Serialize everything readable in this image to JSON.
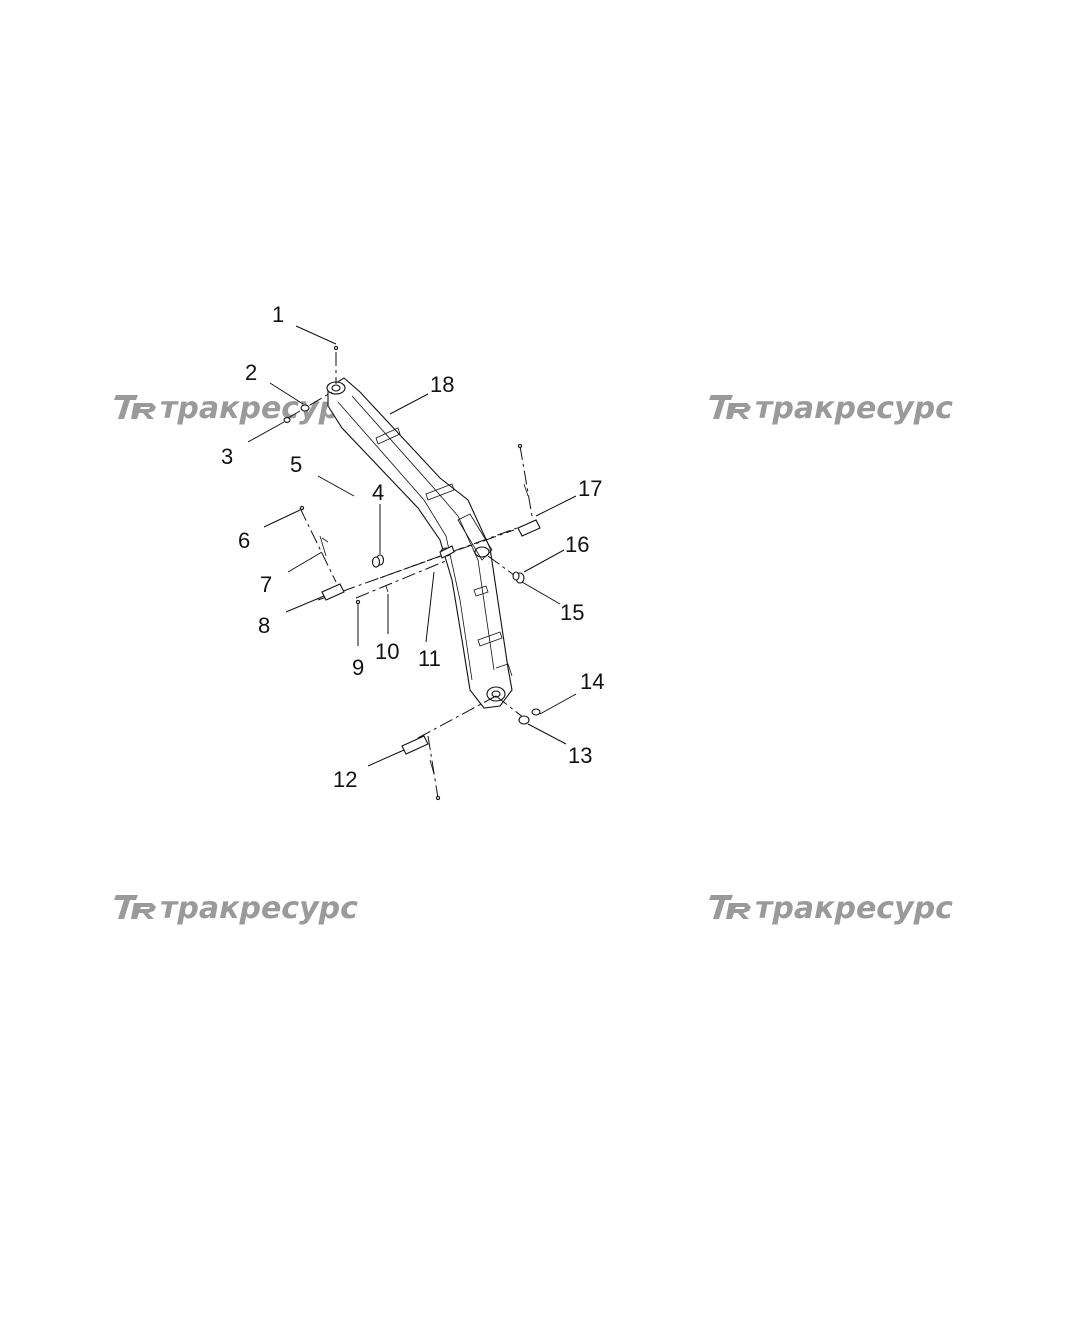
{
  "watermark": {
    "text": "тракресурс",
    "color": "#9a9a9a",
    "logo_icon": "tr-monogram-logo"
  },
  "callouts": [
    {
      "id": "1",
      "label": "1"
    },
    {
      "id": "2",
      "label": "2"
    },
    {
      "id": "3",
      "label": "3"
    },
    {
      "id": "4",
      "label": "4"
    },
    {
      "id": "5",
      "label": "5"
    },
    {
      "id": "6",
      "label": "6"
    },
    {
      "id": "7",
      "label": "7"
    },
    {
      "id": "8",
      "label": "8"
    },
    {
      "id": "9",
      "label": "9"
    },
    {
      "id": "10",
      "label": "10"
    },
    {
      "id": "11",
      "label": "11"
    },
    {
      "id": "12",
      "label": "12"
    },
    {
      "id": "13",
      "label": "13"
    },
    {
      "id": "14",
      "label": "14"
    },
    {
      "id": "15",
      "label": "15"
    },
    {
      "id": "16",
      "label": "16"
    },
    {
      "id": "17",
      "label": "17"
    },
    {
      "id": "18",
      "label": "18"
    }
  ]
}
